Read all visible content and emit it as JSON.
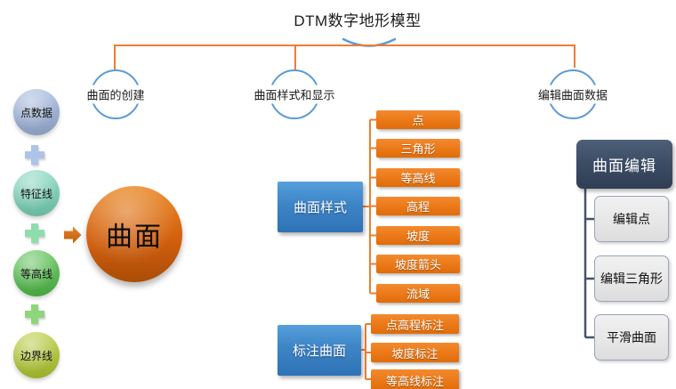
{
  "title": "DTM数字地形模型",
  "branches": {
    "creation": "曲面的创建",
    "style_display": "曲面样式和显示",
    "edit_data": "编辑曲面数据"
  },
  "creation_flow": {
    "inputs": [
      {
        "label": "点数据",
        "color": "#9fb5dc"
      },
      {
        "label": "特征线",
        "color": "#7bd6ba"
      },
      {
        "label": "等高线",
        "color": "#52c04b"
      },
      {
        "label": "边界线",
        "color": "#b5cb32"
      }
    ],
    "plus_signs": [
      {
        "color": "#aec3e8"
      },
      {
        "color": "#8fdcad"
      },
      {
        "color": "#8fd57b"
      }
    ],
    "arrow_color": "#d9731a",
    "result": "曲面",
    "result_color": "#d2600f"
  },
  "style_group": {
    "label": "曲面样式",
    "items": [
      "点",
      "三角形",
      "等高线",
      "高程",
      "坡度",
      "坡度箭头",
      "流域"
    ]
  },
  "annotate_group": {
    "label": "标注曲面",
    "items": [
      "点高程标注",
      "坡度标注",
      "等高线标注"
    ]
  },
  "edit_group": {
    "header": "曲面编辑",
    "items": [
      "编辑点",
      "编辑三角形",
      "平滑曲面"
    ]
  },
  "colors": {
    "connector_orange": "#ed7d31",
    "arc_blue": "#5b9bd5",
    "group_box_blue": "#3d84c6",
    "item_box_orange": "#ed7d31",
    "header_navy": "#44546a",
    "edit_item_gray": "#e8e8e8"
  }
}
